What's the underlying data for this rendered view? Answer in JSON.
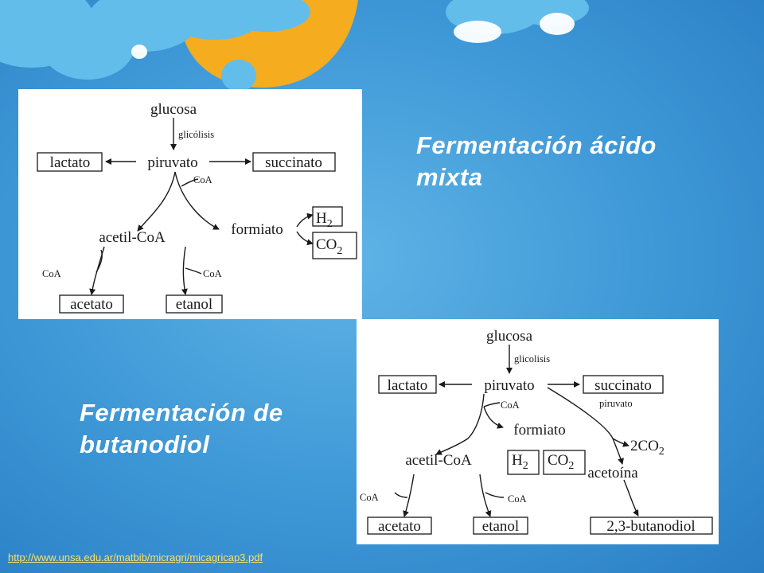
{
  "colors": {
    "background": "#3d97d6",
    "cloud": "#62bdeb",
    "sun": "#f5ac1e",
    "link": "#ffe066",
    "title": "#ffffff"
  },
  "titles": {
    "mixed_acid_line1": "Fermentación ácido",
    "mixed_acid_line2": "mixta",
    "butanediol_line1": "Fermentación de",
    "butanediol_line2": "butanodiol"
  },
  "diagram1": {
    "glucosa": "glucosa",
    "glicolisis": "glicólisis",
    "lactato": "lactato",
    "piruvato": "piruvato",
    "succinato": "succinato",
    "coa_top": "CoA",
    "acetil_coa": "acetil-CoA",
    "formiato": "formiato",
    "h2": "H",
    "h2_sub": "2",
    "co2": "CO",
    "co2_sub": "2",
    "coa_left": "CoA",
    "coa_right": "CoA",
    "acetato": "acetato",
    "etanol": "etanol"
  },
  "diagram2": {
    "glucosa": "glucosa",
    "glicolisis": "glicolisis",
    "lactato": "lactato",
    "piruvato": "piruvato",
    "succinato": "succinato",
    "piruvato_small": "piruvato",
    "coa_top": "CoA",
    "formiato": "formiato",
    "two_co2": "2CO",
    "two_co2_sub": "2",
    "acetil_coa": "acetil-CoA",
    "h2": "H",
    "h2_sub": "2",
    "co2": "CO",
    "co2_sub": "2",
    "acetoina": "acetoína",
    "coa_left": "CoA",
    "coa_right": "CoA",
    "acetato": "acetato",
    "etanol": "etanol",
    "butanodiol": "2,3-butanodiol"
  },
  "source_link": "http://www.unsa.edu.ar/matbib/micragri/micagricap3.pdf"
}
